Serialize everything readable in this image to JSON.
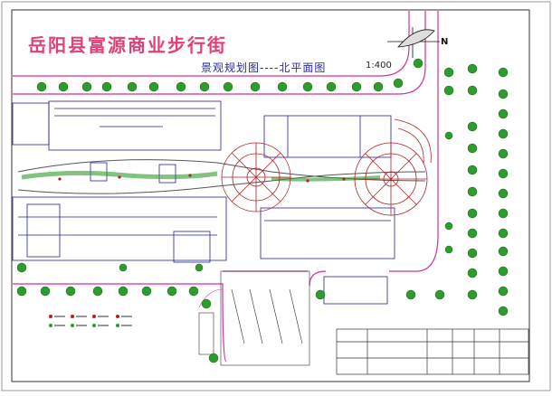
{
  "drawing": {
    "title": "岳阳县富源商业步行街",
    "subtitle": "景观规划图----北平面图",
    "scale": "1:400",
    "north": "N"
  },
  "colors": {
    "road": "#d02fa0",
    "building": "#2020a0",
    "tree": "#2c9c2c",
    "title": "#e0407a",
    "plaza": "#b22222"
  }
}
